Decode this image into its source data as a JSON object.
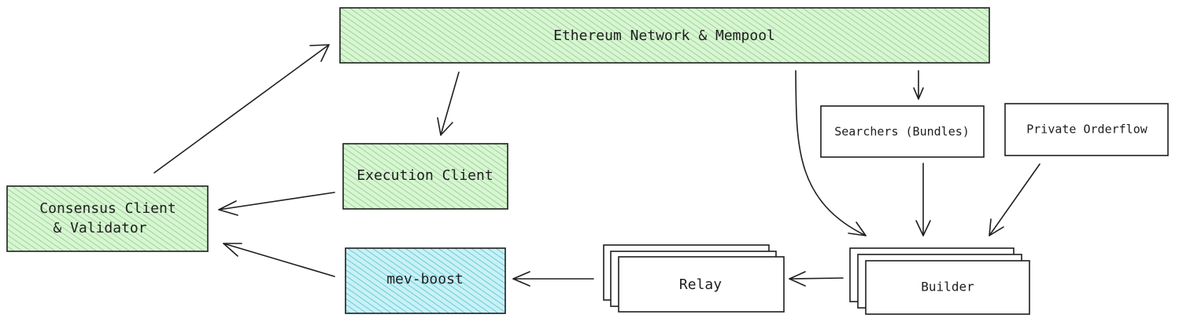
{
  "nodes": {
    "ethereum_network": {
      "label": "Ethereum Network & Mempool",
      "fill": "#b2f2bb"
    },
    "execution_client": {
      "label": "Execution Client",
      "fill": "#b2f2bb"
    },
    "consensus_client": {
      "line1": "Consensus Client",
      "line2": "& Validator",
      "fill": "#b2f2bb"
    },
    "mev_boost": {
      "label": "mev-boost",
      "fill": "#99e9f2"
    },
    "relay": {
      "label": "Relay"
    },
    "builder": {
      "label": "Builder"
    },
    "searchers": {
      "label": "Searchers (Bundles)"
    },
    "private_orderflow": {
      "label": "Private Orderflow"
    }
  },
  "colors": {
    "stroke": "#1e1e1e",
    "green_hatch": "#8ccf7e",
    "cyan_hatch": "#4ec3d2",
    "background": "#ffffff"
  }
}
